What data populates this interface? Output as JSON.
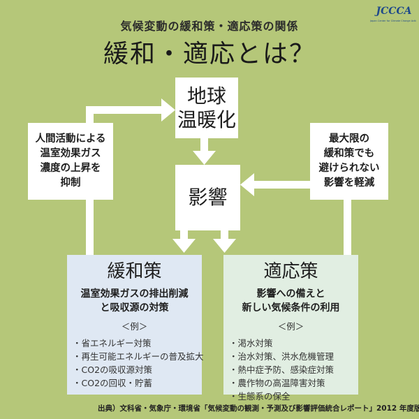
{
  "header": {
    "subtitle": "気候変動の緩和策・適応策の関係",
    "title": "緩和・適応とは？",
    "logo_text": "JCCCA",
    "logo_sub": "Japan Center for Climate Change Actions"
  },
  "boxes": {
    "warming": "地球\n温暖化",
    "impact": "影響",
    "left_note": "人間活動による\n温室効果ガス\n濃度の上昇を\n抑制",
    "right_note": "最大限の\n緩和策でも\n避けられない\n影響を軽減"
  },
  "mitigation": {
    "title": "緩和策",
    "subtitle": "温室効果ガスの排出削減\nと吸収源の対策",
    "example_label": "＜例＞",
    "items": [
      "省エネルギー対策",
      "再生可能エネルギーの普及拡大",
      "CO2の吸収源対策",
      "CO2の回収・貯蓄"
    ]
  },
  "adaptation": {
    "title": "適応策",
    "subtitle": "影響への備えと\n新しい気候条件の利用",
    "example_label": "＜例＞",
    "items": [
      "渇水対策",
      "治水対策、洪水危機管理",
      "熱中症予防、感染症対策",
      "農作物の高温障害対策",
      "生態系の保全"
    ]
  },
  "source": "出典）文科省・気象庁・環境省「気候変動の観測・予測及び影響評価統合レポート」2012 年度版",
  "colors": {
    "background": "#b5c779",
    "mitigation_panel": "#dfe8f3",
    "adaptation_panel": "#e1eee2",
    "arrow": "#ffffff"
  }
}
